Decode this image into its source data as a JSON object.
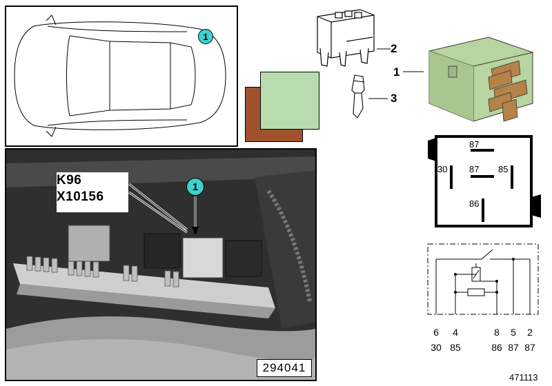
{
  "location_view": {
    "callout": "1"
  },
  "photo": {
    "component_id": "K96",
    "connector_id": "X10156",
    "callout": "1",
    "photo_number": "294041"
  },
  "parts": {
    "relay": "1",
    "relay_socket": "2",
    "contact": "3"
  },
  "relay_face": {
    "terminal_87_top": "87",
    "terminal_87_center": "87",
    "terminal_30": "30",
    "terminal_85": "85",
    "terminal_86": "86"
  },
  "circuit": {
    "pins": [
      "6",
      "4",
      "8",
      "5",
      "2"
    ],
    "terminals": [
      "30",
      "85",
      "86",
      "87",
      "87"
    ]
  },
  "diagram_id": "471113",
  "colors": {
    "callout": "#3fd0d0",
    "relay_body": "#b8d4a0",
    "socket_swatch": "#b9dcae",
    "connector_swatch": "#a0522d"
  }
}
